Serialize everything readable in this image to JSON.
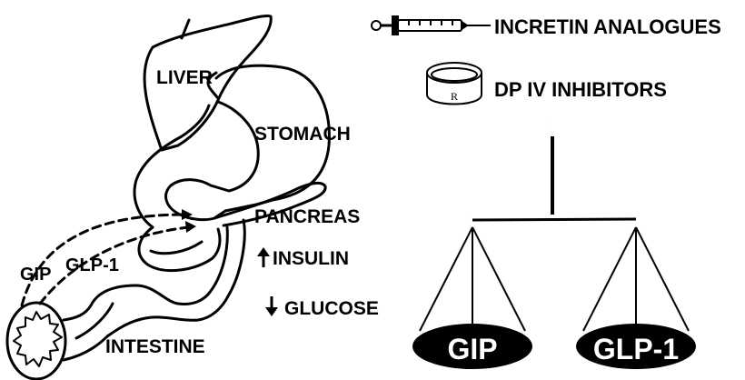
{
  "labels": {
    "liver": "LIVER",
    "stomach": "STOMACH",
    "pancreas": "PANCREAS",
    "insulin": "INSULIN",
    "glucose": "GLUCOSE",
    "intestine": "INTESTINE",
    "gip": "GIP",
    "glp1": "GLP-1"
  },
  "legend": {
    "incretin": "INCRETIN ANALOGUES",
    "dpiv": "DP IV INHIBITORS",
    "pill_mark": "R"
  },
  "arrows": {
    "insulin": "up",
    "glucose": "down"
  },
  "balance": {
    "left_pan": "GIP",
    "right_pan": "GLP-1"
  },
  "colors": {
    "ink": "#000000",
    "paper": "#ffffff"
  }
}
